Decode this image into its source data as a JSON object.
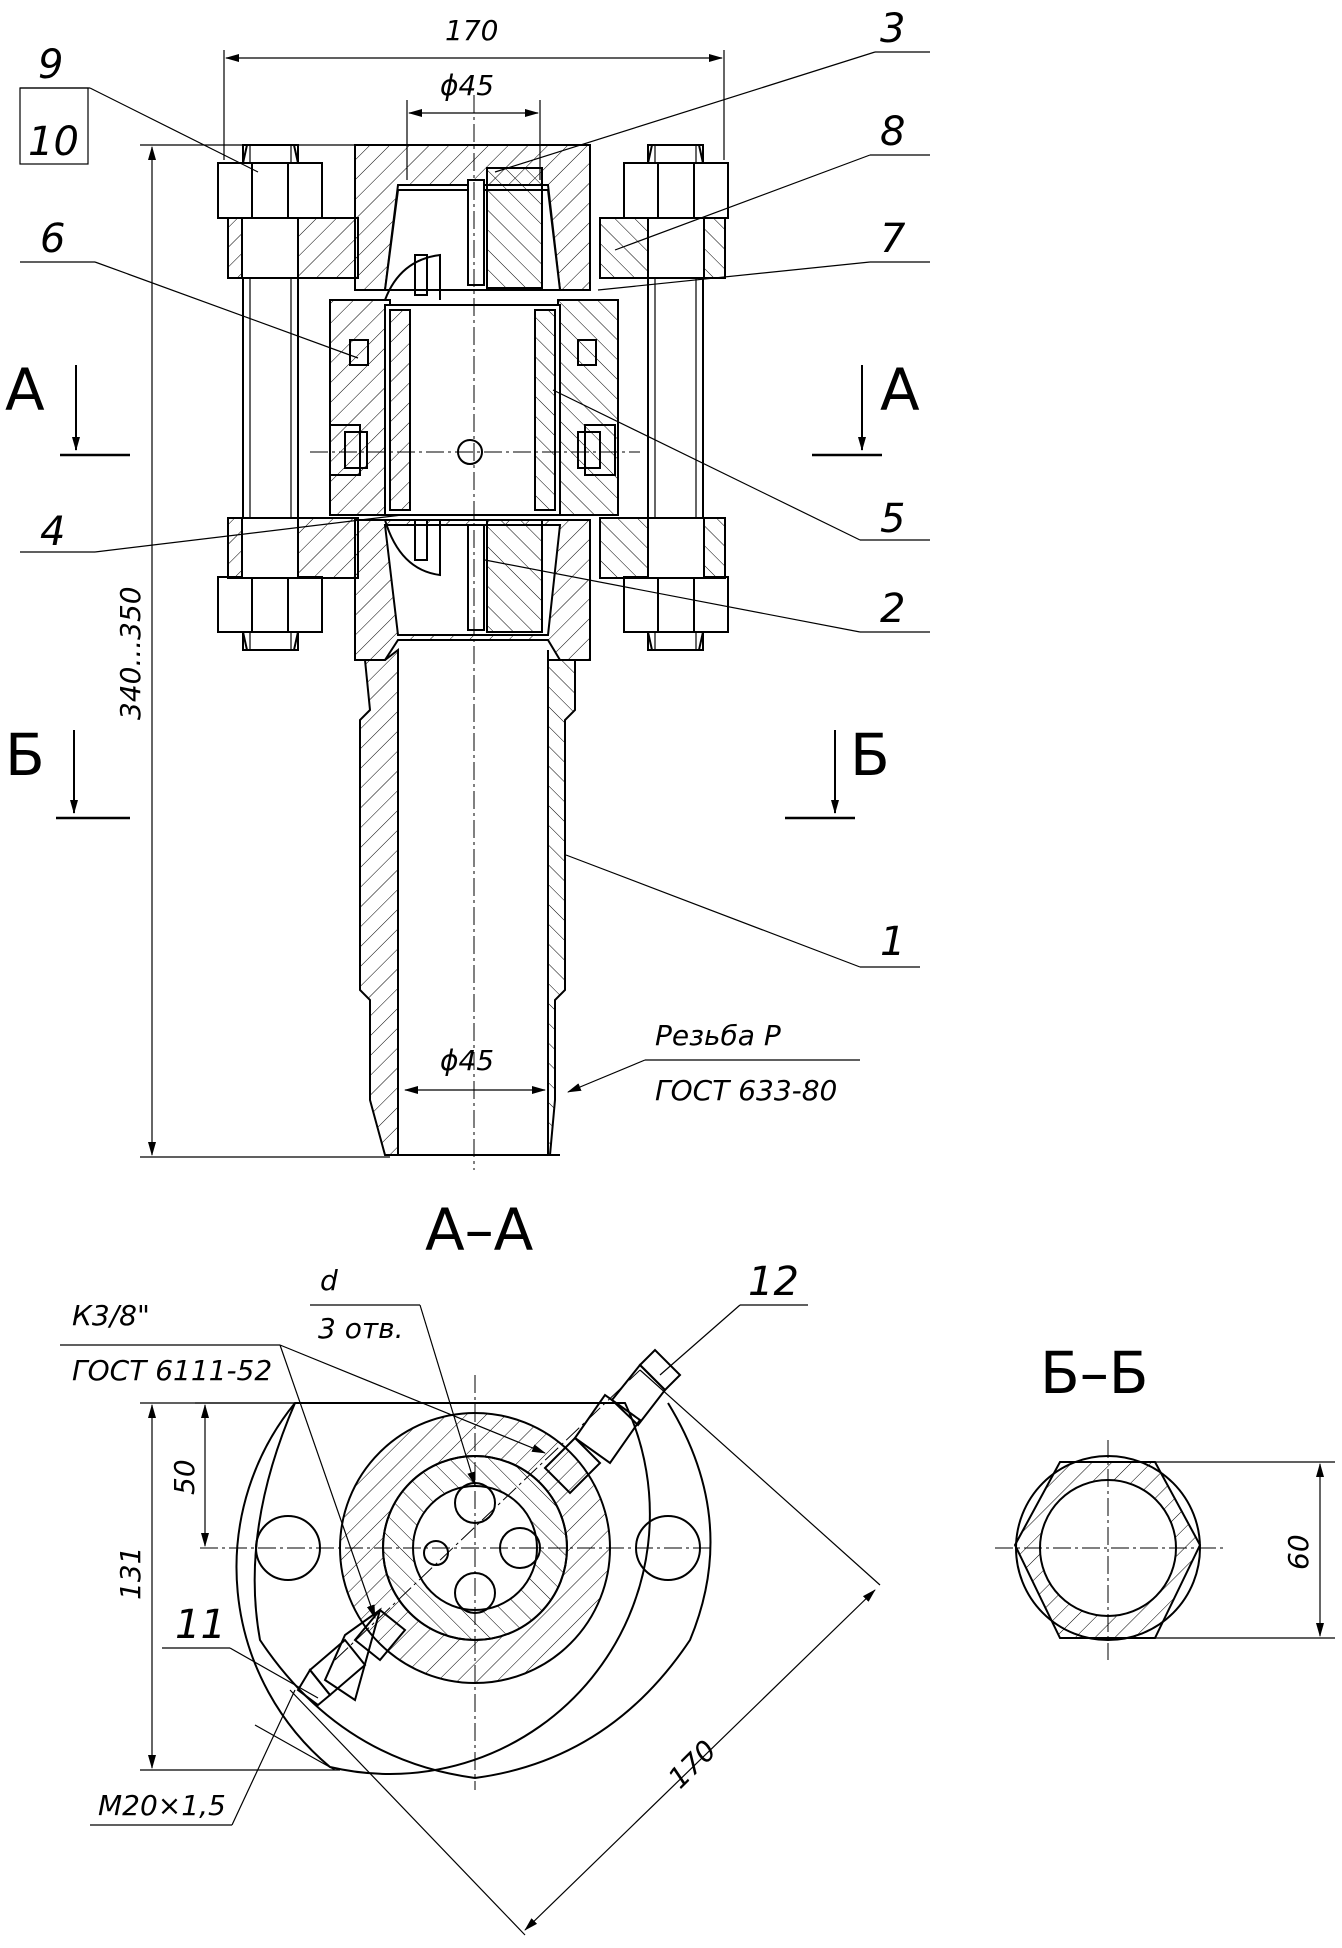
{
  "labels": {
    "dim_top_width": "170",
    "dim_top_dia": "ϕ45",
    "dim_height": "340...350",
    "dim_bottom_dia": "ϕ45",
    "thread_p_line1": "Резьба Р",
    "thread_p_line2": "ГОСТ 633-80",
    "section_a_left": "А",
    "section_a_right": "А",
    "section_b_left": "Б",
    "section_b_right": "Б",
    "section_aa_title": "А–А",
    "section_bb_title": "Б–Б",
    "hole_d": "d",
    "hole_count": "3 отв.",
    "thread_k_line1": "К3/8\"",
    "thread_k_line2": "ГОСТ 6111-52",
    "dim_50": "50",
    "dim_131": "131",
    "dim_170_diag": "170",
    "dim_60": "60",
    "thread_m": "М20×1,5"
  },
  "parts": [
    "1",
    "2",
    "3",
    "4",
    "5",
    "6",
    "7",
    "8",
    "9",
    "10",
    "11",
    "12"
  ]
}
